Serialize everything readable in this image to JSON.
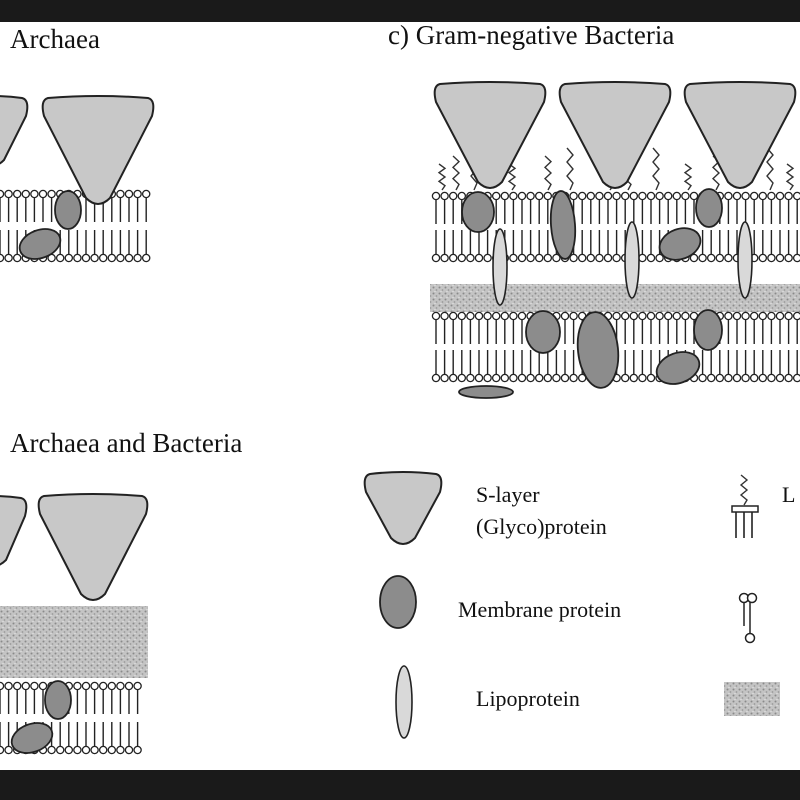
{
  "panels": {
    "a_title": "Archaea",
    "b_title": "Archaea and Bacteria",
    "c_title": "c) Gram-negative Bacteria"
  },
  "legend": {
    "slayer_line1": "S-layer",
    "slayer_line2": "(Glyco)protein",
    "membrane_protein": "Membrane protein",
    "lipoprotein": "Lipoprotein",
    "lps_truncated": "L"
  },
  "colors": {
    "slayer_fill": "#c8c8c8",
    "membrane_protein_fill": "#8c8c8c",
    "lipoprotein_fill": "#d9d9d9",
    "peptidoglycan_fill": "#bdbdbd",
    "outline": "#222222"
  }
}
